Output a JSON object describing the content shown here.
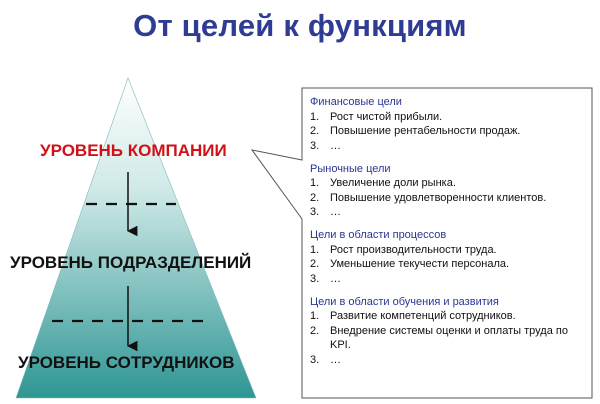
{
  "title": "От целей к функциям",
  "levels": {
    "company": "УРОВЕНЬ КОМПАНИИ",
    "departments": "УРОВЕНЬ ПОДРАЗДЕЛЕНИЙ",
    "employees": "УРОВЕНЬ СОТРУДНИКОВ"
  },
  "sections": [
    {
      "title": "Финансовые цели",
      "items": [
        {
          "num": "1.",
          "text": "Рост чистой прибыли."
        },
        {
          "num": "2.",
          "text": "Повышение рентабельности продаж."
        },
        {
          "num": "3.",
          "text": "…"
        }
      ]
    },
    {
      "title": "Рыночные цели",
      "items": [
        {
          "num": "1.",
          "text": "Увеличение доли рынка."
        },
        {
          "num": "2.",
          "text": "Повышение удовлетворенности клиентов."
        },
        {
          "num": "3.",
          "text": "…"
        }
      ]
    },
    {
      "title": "Цели в области процессов",
      "items": [
        {
          "num": "1.",
          "text": "Рост производительности труда."
        },
        {
          "num": "2.",
          "text": "Уменьшение текучести персонала."
        },
        {
          "num": "3.",
          "text": "…"
        }
      ]
    },
    {
      "title": "Цели в области обучения и развития",
      "items": [
        {
          "num": "1.",
          "text": "Развитие компетенций сотрудников."
        },
        {
          "num": "2.",
          "text": "Внедрение системы оценки и оплаты труда по KPI."
        },
        {
          "num": "3.",
          "text": "…"
        }
      ]
    }
  ],
  "colors": {
    "title": "#2f3c93",
    "company_level": "#d01218",
    "pyramid_top": "#ffffff",
    "pyramid_bottom": "#2e9694",
    "section_title": "#2a3593"
  }
}
